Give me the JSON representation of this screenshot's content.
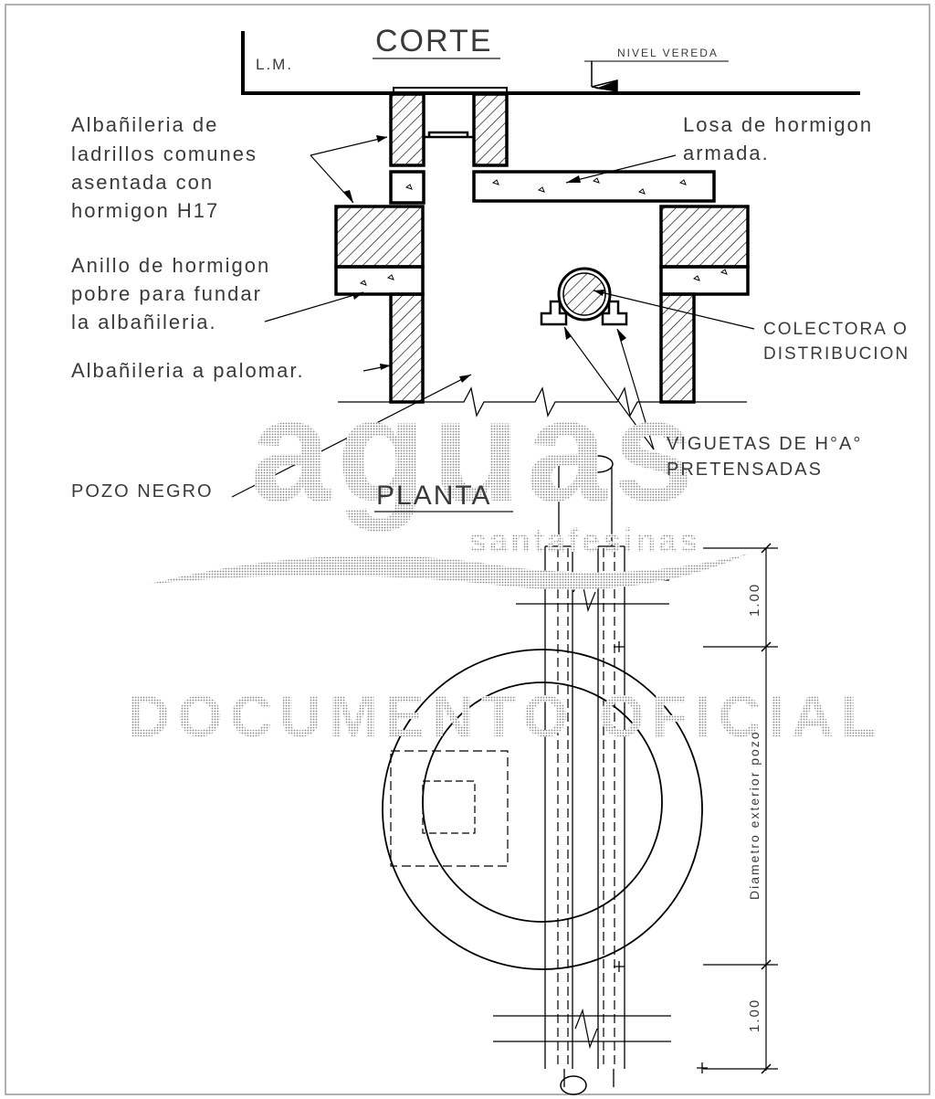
{
  "drawing": {
    "section_title": "CORTE",
    "plan_title": "PLANTA",
    "lm_label": "L.M.",
    "nivel_label": "NIVEL VEREDA",
    "albanileria_ladrillos": [
      "Albañileria de",
      "ladrillos comunes",
      "asentada con",
      "hormigon H17"
    ],
    "losa": [
      "Losa de hormigon",
      "armada."
    ],
    "anillo": [
      "Anillo de hormigon",
      "pobre para fundar",
      "la albañileria."
    ],
    "albanileria_palomar": "Albañileria a palomar.",
    "colectora": [
      "COLECTORA O",
      "DISTRIBUCION"
    ],
    "viguetas": [
      "VIGUETAS DE H°A°",
      "PRETENSADAS"
    ],
    "pozo_negro": "POZO NEGRO",
    "dim_top": "1.00",
    "dim_bottom": "1.00",
    "dim_diameter": "Diametro exterior pozo"
  },
  "watermark": {
    "logo_word": "aguas",
    "logo_sub": "santafesinas",
    "stamp": "DOCUMENTO OFICIAL"
  },
  "colors": {
    "line": "#000000",
    "text": "#3a3a3a",
    "watermark": "#8a8a8a",
    "page": "#ffffff"
  }
}
